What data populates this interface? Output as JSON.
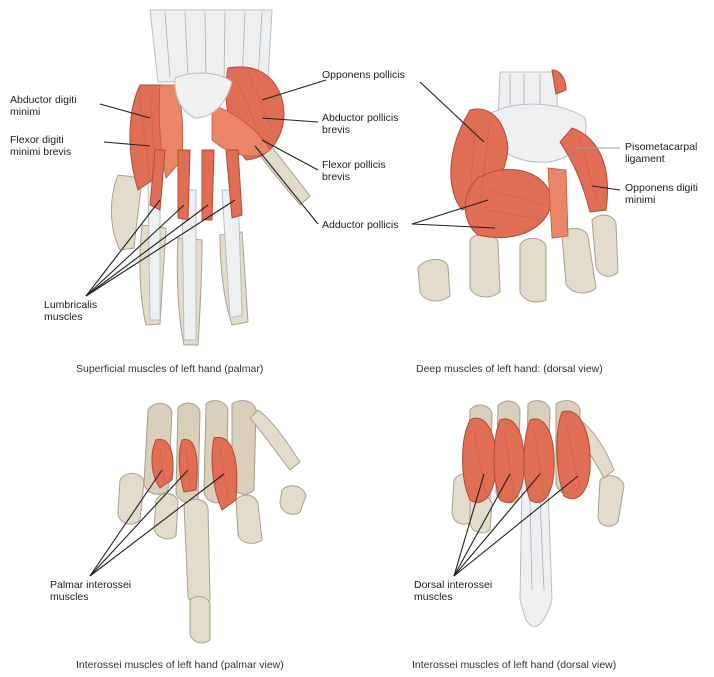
{
  "panels": {
    "superficial": {
      "caption": "Superficial muscles of left hand (palmar)",
      "labels": {
        "abductor_digiti_minimi": [
          "Abductor digiti",
          "minimi"
        ],
        "flexor_digiti_minimi_brevis": [
          "Flexor digiti",
          "minimi brevis"
        ],
        "opponens_pollicis": [
          "Opponens pollicis"
        ],
        "abductor_pollicis_brevis": [
          "Abductor pollicis",
          "brevis"
        ],
        "flexor_pollicis_brevis": [
          "Flexor pollicis",
          "brevis"
        ],
        "adductor_pollicis": [
          "Adductor pollicis"
        ],
        "lumbricalis_muscles": [
          "Lumbricalis",
          "muscles"
        ]
      }
    },
    "deep": {
      "caption": "Deep muscles of left hand: (dorsal view)",
      "labels": {
        "pisometacarpal_ligament": [
          "Pisometacarpal",
          "ligament"
        ],
        "opponens_digiti_minimi": [
          "Opponens digiti",
          "minimi"
        ]
      }
    },
    "palmar_interossei": {
      "caption": "Interossei muscles of left hand (palmar view)",
      "labels": {
        "palmar_interossei_muscles": [
          "Palmar interossei",
          "muscles"
        ]
      }
    },
    "dorsal_interossei": {
      "caption": "Interossei muscles of left hand (dorsal view)",
      "labels": {
        "dorsal_interossei_muscles": [
          "Dorsal interossei",
          "muscles"
        ]
      }
    }
  },
  "colors": {
    "muscle": "#e06e55",
    "bone": "#e4dccb",
    "tendon": "#eef0f2",
    "leader_line": "#222222"
  }
}
